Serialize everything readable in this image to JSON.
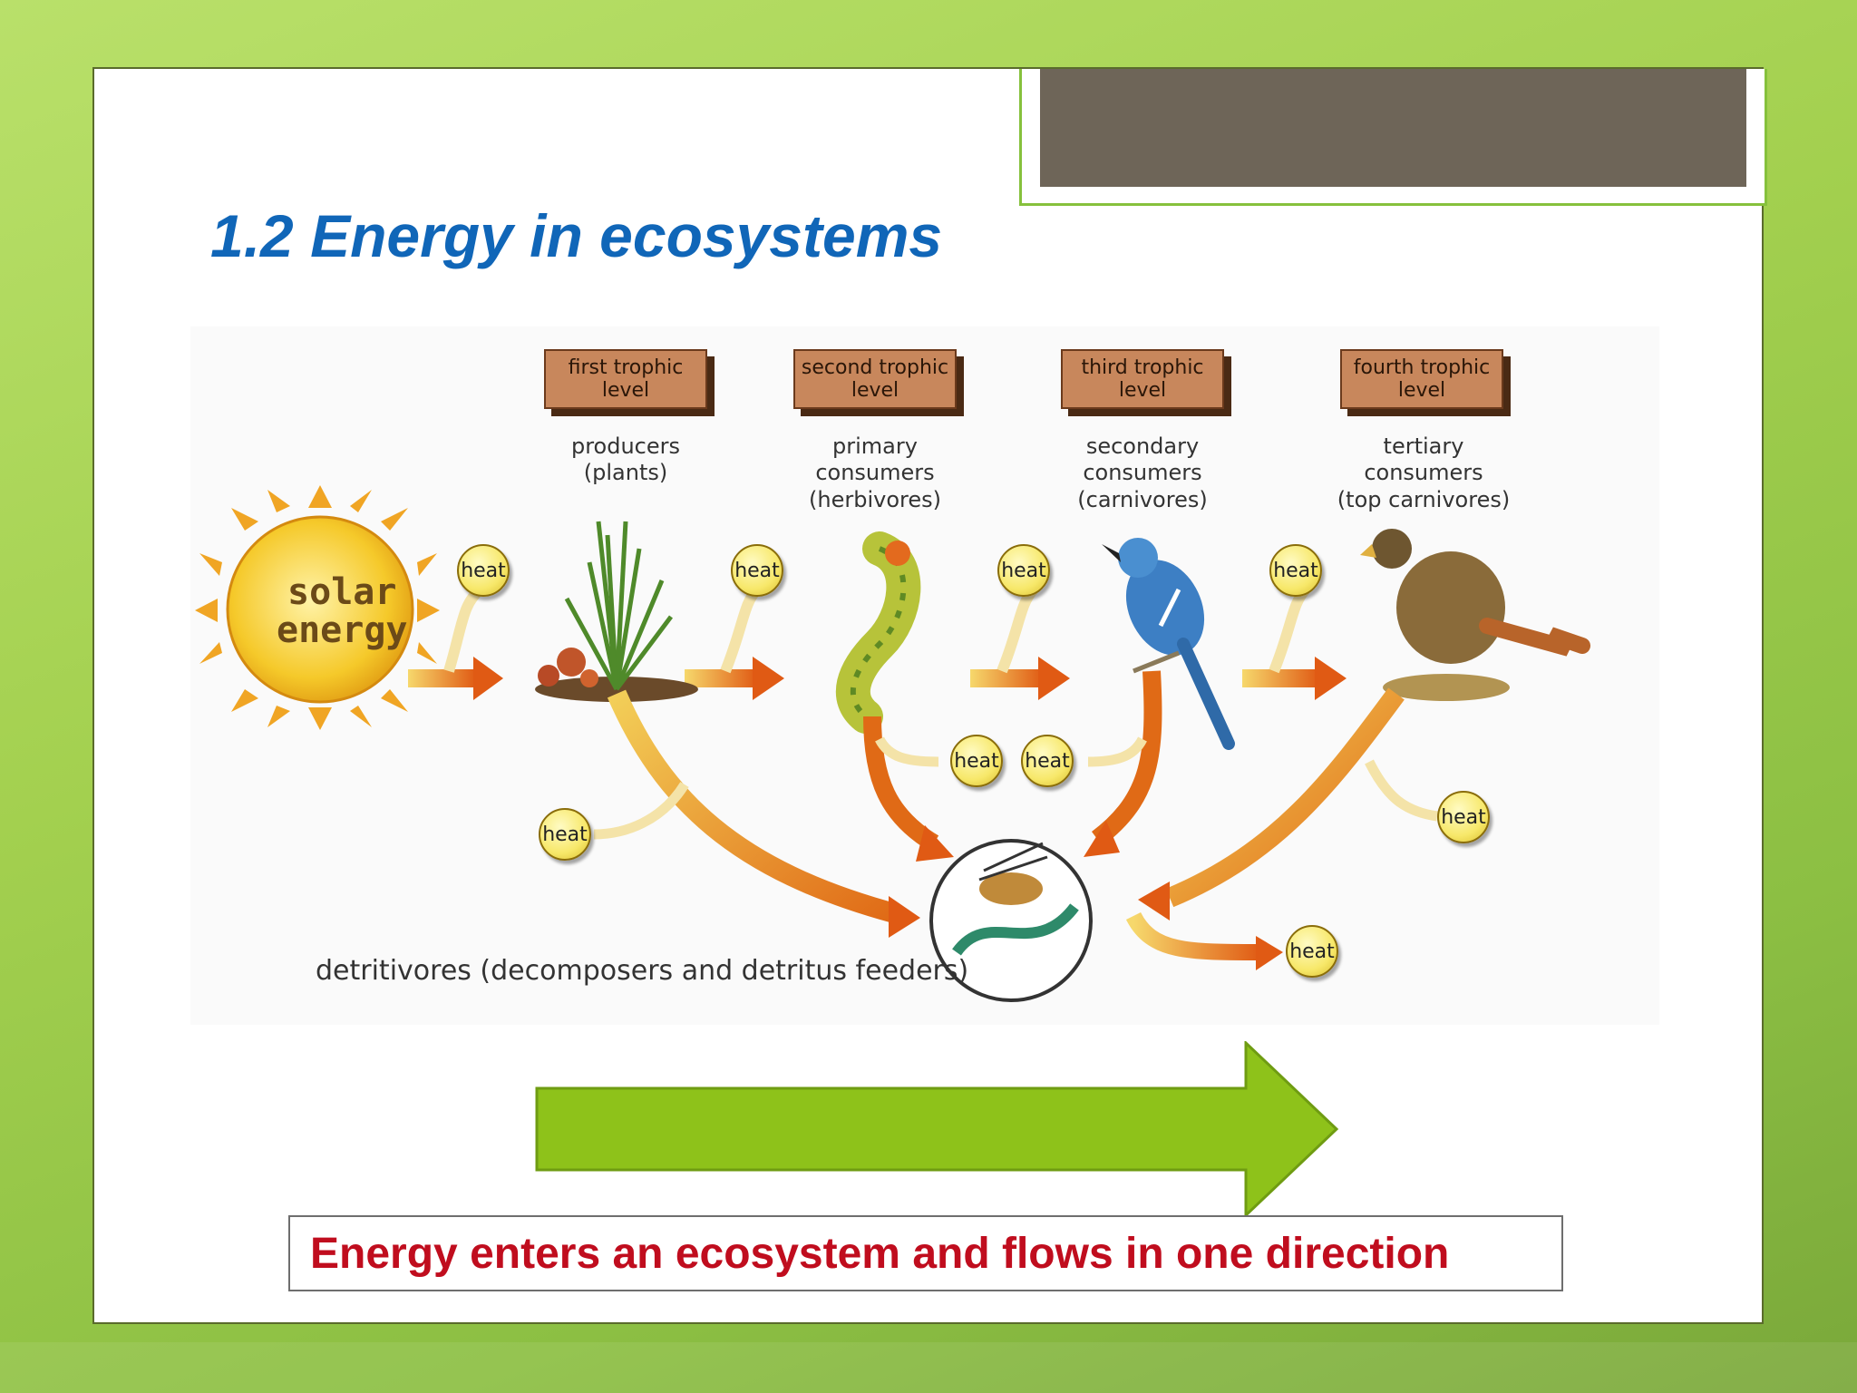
{
  "slide": {
    "title": "1.2 Energy in ecosystems",
    "caption": "Energy enters an ecosystem and flows in one direction"
  },
  "diagram": {
    "sun_label_line1": "solar",
    "sun_label_line2": "energy",
    "levels": [
      {
        "box_line1": "first trophic",
        "box_line2": "level",
        "desc": [
          "producers",
          "(plants)"
        ]
      },
      {
        "box_line1": "second trophic",
        "box_line2": "level",
        "desc": [
          "primary",
          "consumers",
          "(herbivores)"
        ]
      },
      {
        "box_line1": "third trophic",
        "box_line2": "level",
        "desc": [
          "secondary",
          "consumers",
          "(carnivores)"
        ]
      },
      {
        "box_line1": "fourth trophic",
        "box_line2": "level",
        "desc": [
          "tertiary",
          "consumers",
          "(top carnivores)"
        ]
      }
    ],
    "heat_label": "heat",
    "detritivores_label": "detritivores (decomposers and detritus feeders)"
  },
  "colors": {
    "title": "#1066b8",
    "caption": "#c00d1e",
    "big_arrow": "#8ec21a",
    "flow_arrow": "#e07a1e",
    "heat_ball": "#f7e86a",
    "title_tab": "#6e6558"
  },
  "icons": [
    "sun-icon",
    "plant-icon",
    "caterpillar-icon",
    "bird-icon",
    "hawk-icon",
    "decomposer-icon"
  ]
}
